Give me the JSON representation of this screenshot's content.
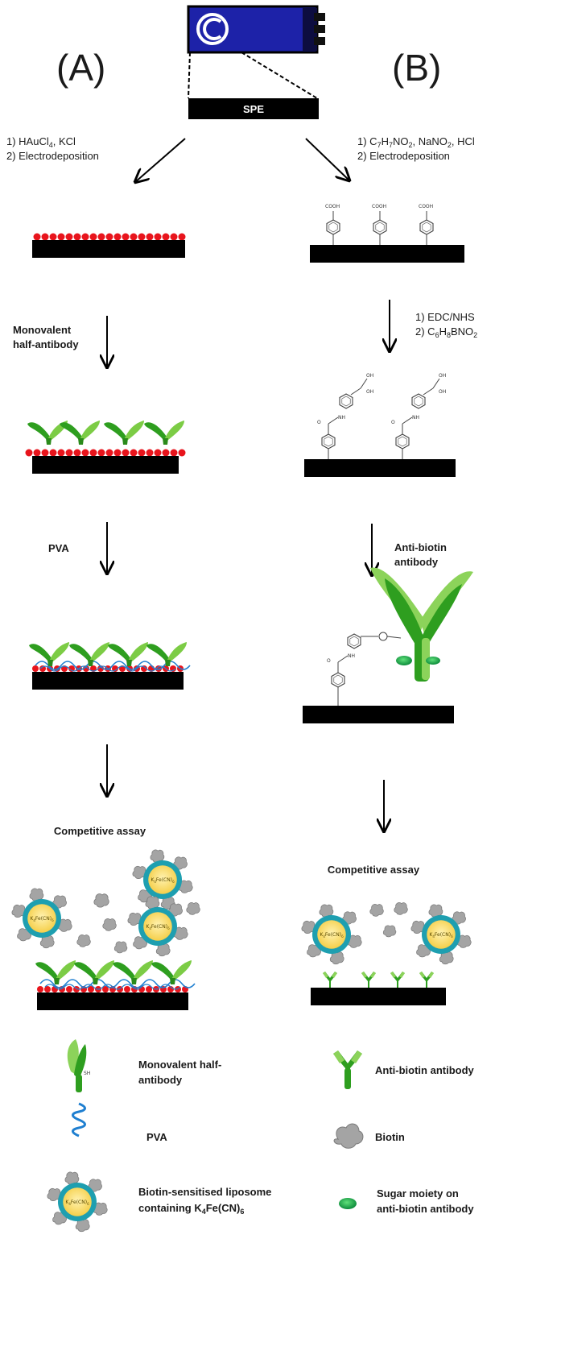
{
  "panels": {
    "a": "(A)",
    "b": "(B)"
  },
  "spe": {
    "label": "SPE"
  },
  "steps": {
    "a1_line1": "1) HAuCl",
    "a1_line1_sub": "4",
    "a1_line1_rest": ", KCl",
    "a1_line2": "2) Electrodeposition",
    "b1_line1_parts": [
      "1) C",
      "7",
      "H",
      "7",
      "NO",
      "2",
      ", NaNO",
      "2",
      ", HCl"
    ],
    "b1_line2": "2) Electrodeposition",
    "a2_line1": "Monovalent",
    "a2_line2": "half-antibody",
    "b2_line1": "1) EDC/NHS",
    "b2_line2_parts": [
      "2) C",
      "6",
      "H",
      "8",
      "BNO",
      "2"
    ],
    "a3": "PVA",
    "b3_line1": "Anti-biotin",
    "b3_line2": "antibody",
    "a4": "Competitive assay",
    "b4": "Competitive assay"
  },
  "molecule_text": {
    "acid": "COOH",
    "boron_oh": "OH",
    "nh": "NH",
    "o": "O",
    "sh": "SH"
  },
  "liposome_text_parts": [
    "K",
    "4",
    "Fe(CN)",
    "6"
  ],
  "legend": {
    "half_antibody_line1": "Monovalent half-",
    "half_antibody_line2": "antibody",
    "anti_biotin": "Anti-biotin antibody",
    "pva": "PVA",
    "biotin": "Biotin",
    "liposome_line1": "Biotin-sensitised liposome",
    "liposome_line2_parts": [
      "containing K",
      "4",
      "Fe(CN)",
      "6"
    ],
    "sugar_line1": "Sugar moiety on",
    "sugar_line2": "anti-biotin antibody"
  },
  "colors": {
    "electrode": "#000000",
    "gold": "#e8141c",
    "antibody": "#2e9e1f",
    "antibody_light": "#8cd35a",
    "pva": "#1f7fd0",
    "biotin": "#9a9a9a",
    "liposome_shell": "#1e9fb0",
    "liposome_core": "#fbe07a",
    "spe_body": "#1d22a8"
  }
}
